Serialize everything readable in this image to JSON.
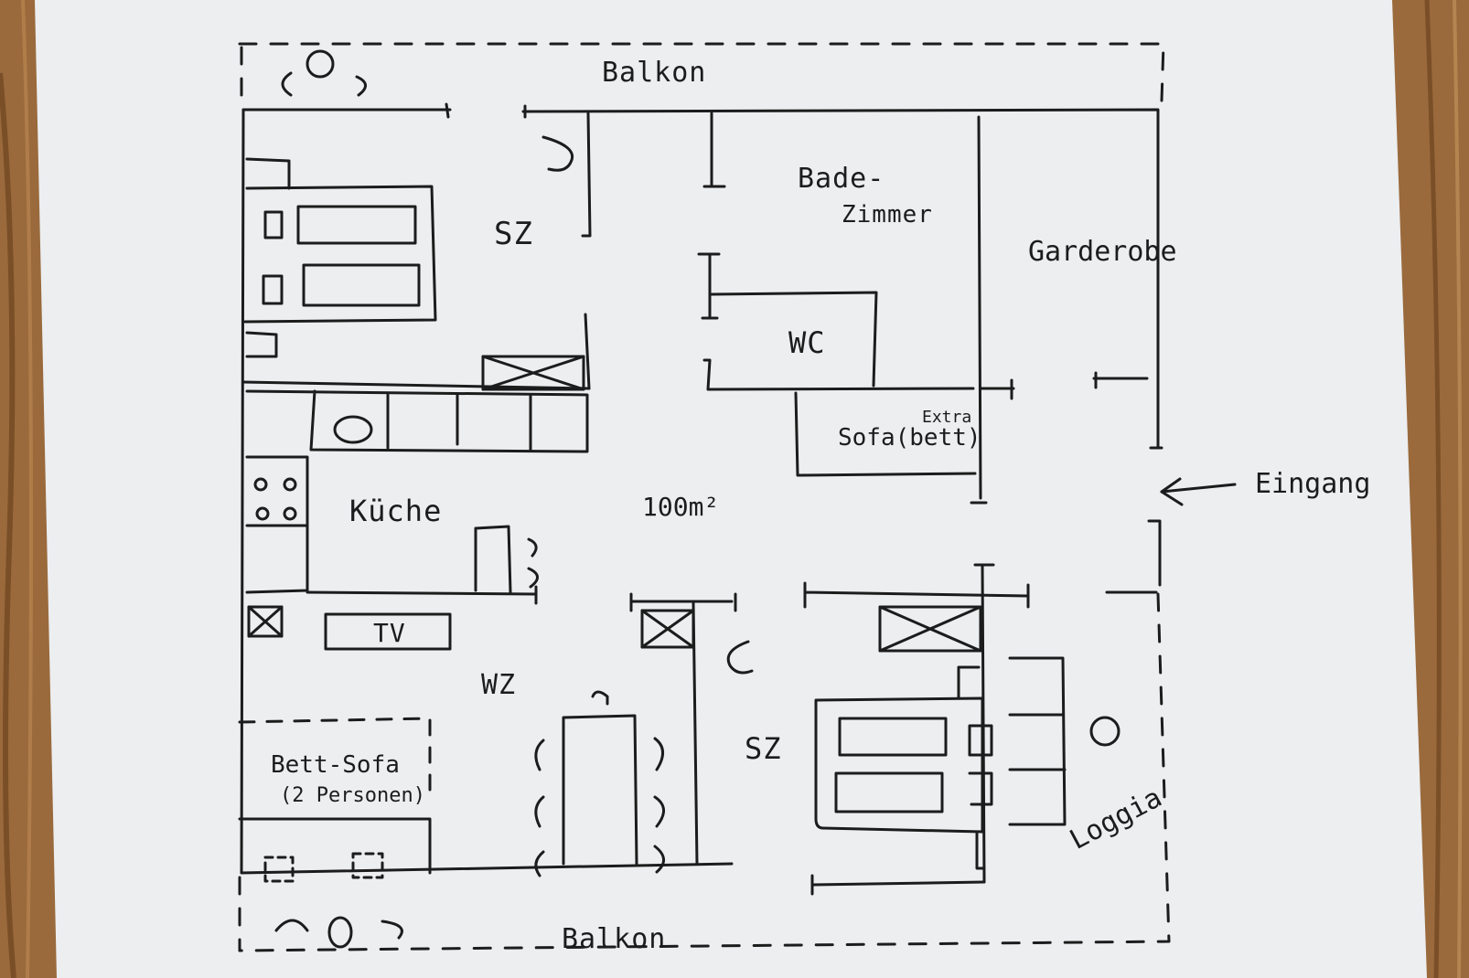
{
  "colors": {
    "ink": "#1c1c1c",
    "paper": "#eceef0",
    "wood": "#9a6a3c"
  },
  "labels": {
    "balcony_top": "Balkon",
    "bedroom_1": "SZ",
    "bathroom_line1": "Bade-",
    "bathroom_line2": "Zimmer",
    "wardrobe": "Garderobe",
    "wc": "WC",
    "extra": "Extra",
    "sofa_bed": "Sofa(bett)",
    "entrance": "Eingang",
    "kitchen": "Küche",
    "area": "100m²",
    "tv": "TV",
    "living_room": "WZ",
    "bedroom_2": "SZ",
    "bed_sofa_line1": "Bett-Sofa",
    "bed_sofa_line2": "(2 Personen)",
    "loggia": "Loggia",
    "balcony_bottom": "Balkon"
  }
}
